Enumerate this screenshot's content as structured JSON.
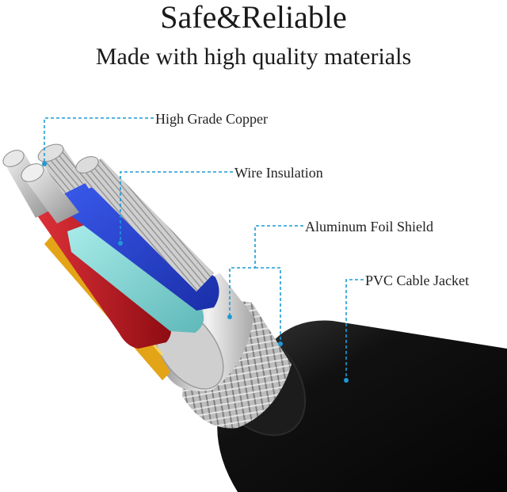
{
  "header": {
    "title": "Safe&Reliable",
    "subtitle": "Made with high quality materials"
  },
  "callouts": [
    {
      "id": "copper",
      "label": "High Grade Copper"
    },
    {
      "id": "insulation",
      "label": "Wire Insulation"
    },
    {
      "id": "shield",
      "label": "Aluminum Foil Shield"
    },
    {
      "id": "jacket",
      "label": "PVC Cable Jacket"
    }
  ],
  "colors": {
    "callout_line": "#1d9ad6",
    "jacket": "#141414",
    "braid": "#b9b9b9",
    "foil": "#d8d8d8",
    "wire_blue": "#1f3fd0",
    "wire_red": "#c4141c",
    "wire_teal": "#7fd3d2",
    "wire_gold": "#e3a418",
    "copper_strands": "#c9c9c9"
  }
}
